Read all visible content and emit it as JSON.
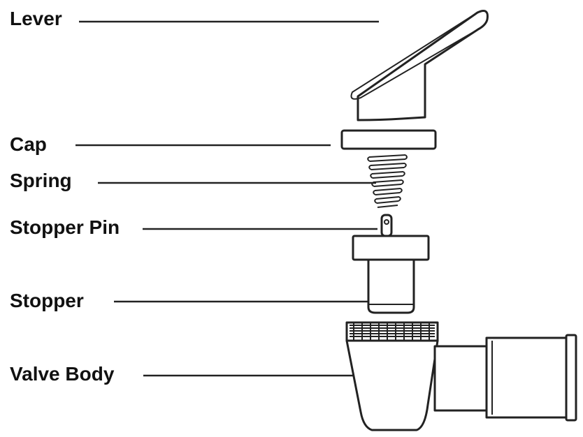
{
  "labels": {
    "lever": "Lever",
    "cap": "Cap",
    "spring": "Spring",
    "stopper_pin": "Stopper Pin",
    "stopper": "Stopper",
    "valve_body": "Valve Body"
  },
  "colors": {
    "line": "#222222",
    "background": "#ffffff"
  }
}
